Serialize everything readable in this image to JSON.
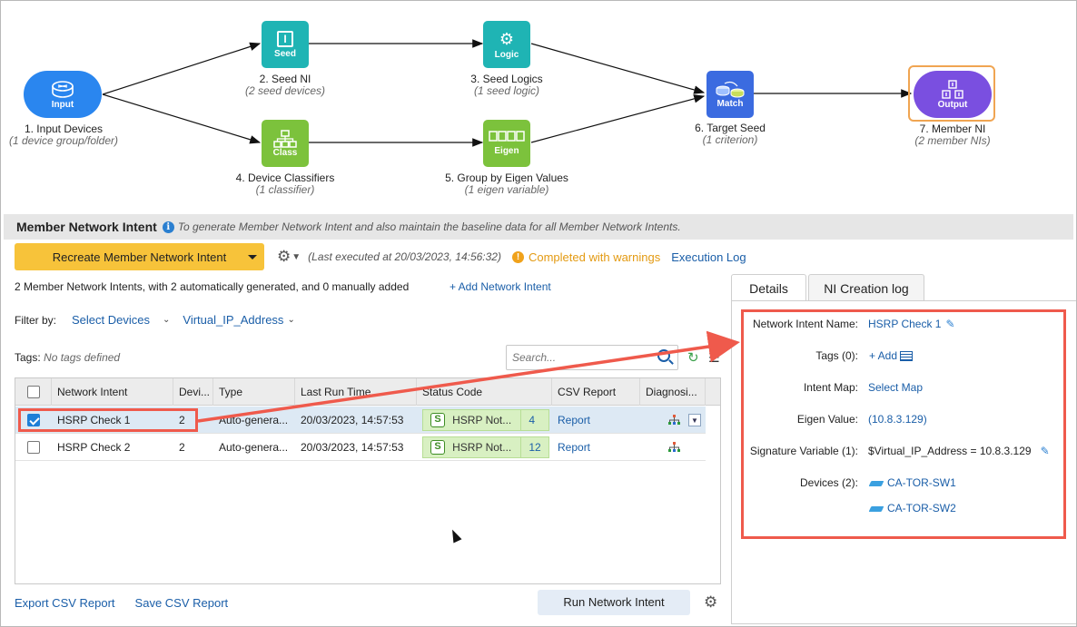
{
  "flow": {
    "nodes": [
      {
        "id": "input",
        "box_label": "Input",
        "icon": "router-icon",
        "caption": "1. Input Devices",
        "sub": "(1 device group/folder)"
      },
      {
        "id": "seed",
        "box_label": "Seed",
        "icon": "seed-icon",
        "caption": "2. Seed NI",
        "sub": "(2 seed devices)"
      },
      {
        "id": "logic",
        "box_label": "Logic",
        "icon": "gear-icon",
        "caption": "3. Seed Logics",
        "sub": "(1 seed logic)"
      },
      {
        "id": "class",
        "box_label": "Class",
        "icon": "hierarchy-icon",
        "caption": "4. Device Classifiers",
        "sub": "(1 classifier)"
      },
      {
        "id": "eigen",
        "box_label": "Eigen",
        "icon": "eigen-icon",
        "caption": "5. Group by Eigen Values",
        "sub": "(1 eigen variable)"
      },
      {
        "id": "match",
        "box_label": "Match",
        "icon": "match-icon",
        "caption": "6. Target Seed",
        "sub": "(1 criterion)"
      },
      {
        "id": "output",
        "box_label": "Output",
        "icon": "output-icon",
        "caption": "7. Member NI",
        "sub": "(2 member NIs)"
      }
    ]
  },
  "header": {
    "title": "Member Network Intent",
    "description": "To generate Member Network Intent and also maintain the baseline data for all Member Network Intents."
  },
  "toolbar": {
    "recreate_label": "Recreate Member Network Intent",
    "last_executed": "(Last executed at 20/03/2023, 14:56:32)",
    "status": "Completed with warnings",
    "exec_log": "Execution Log"
  },
  "summary": {
    "text": "2 Member Network Intents, with 2 automatically generated, and 0 manually added",
    "add_label": "+ Add Network Intent"
  },
  "filter": {
    "label": "Filter by:",
    "select_devices": "Select Devices",
    "variable": "Virtual_IP_Address"
  },
  "tags": {
    "label": "Tags:",
    "value": "No tags defined"
  },
  "search": {
    "placeholder": "Search..."
  },
  "table": {
    "columns": [
      "Network Intent",
      "Devi...",
      "Type",
      "Last Run Time",
      "Status Code",
      "CSV Report",
      "Diagnosi..."
    ],
    "rows": [
      {
        "checked": true,
        "name": "HSRP Check 1",
        "devices": "2",
        "type": "Auto-genera...",
        "last_run": "20/03/2023, 14:57:53",
        "status": "HSRP Not...",
        "count": "4",
        "report": "Report"
      },
      {
        "checked": false,
        "name": "HSRP Check 2",
        "devices": "2",
        "type": "Auto-genera...",
        "last_run": "20/03/2023, 14:57:53",
        "status": "HSRP Not...",
        "count": "12",
        "report": "Report"
      }
    ]
  },
  "bottom": {
    "export": "Export CSV Report",
    "save": "Save CSV Report",
    "run": "Run Network Intent"
  },
  "details": {
    "tabs": [
      "Details",
      "NI Creation log"
    ],
    "fields": {
      "name_label": "Network Intent Name:",
      "name_value": "HSRP Check 1",
      "tags_label": "Tags (0):",
      "tags_value": "+ Add",
      "map_label": "Intent Map:",
      "map_value": "Select Map",
      "eigen_label": "Eigen Value:",
      "eigen_value": "(10.8.3.129)",
      "sig_label": "Signature Variable (1):",
      "sig_value": "$Virtual_IP_Address = 10.8.3.129",
      "devices_label": "Devices (2):",
      "device_1": "CA-TOR-SW1",
      "device_2": "CA-TOR-SW2"
    }
  },
  "colors": {
    "accent_yellow": "#f7c33a",
    "warning": "#e39a12",
    "link": "#1a5ea8",
    "annotation_red": "#ef5a4c"
  }
}
